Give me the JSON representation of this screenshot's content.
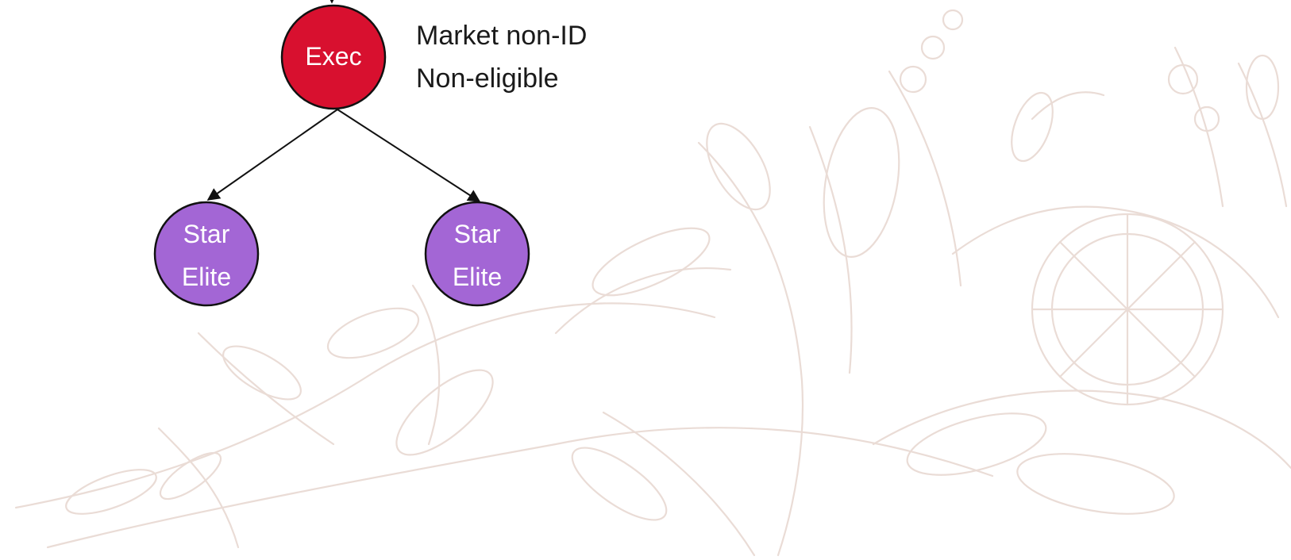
{
  "colors": {
    "exec_fill": "#d8102f",
    "star_elite_fill": "#a366d5",
    "node_stroke": "#111111",
    "edge_color": "#111111",
    "background_art": "#eadcd6"
  },
  "nodes": {
    "exec": {
      "label": "Exec"
    },
    "star_elite_left": {
      "line1": "Star",
      "line2": "Elite"
    },
    "star_elite_right": {
      "line1": "Star",
      "line2": "Elite"
    }
  },
  "annotation": {
    "line1": "Market non-ID",
    "line2": "Non-eligible"
  },
  "decor": {
    "background_icon": "botanical-illustration-icon"
  }
}
